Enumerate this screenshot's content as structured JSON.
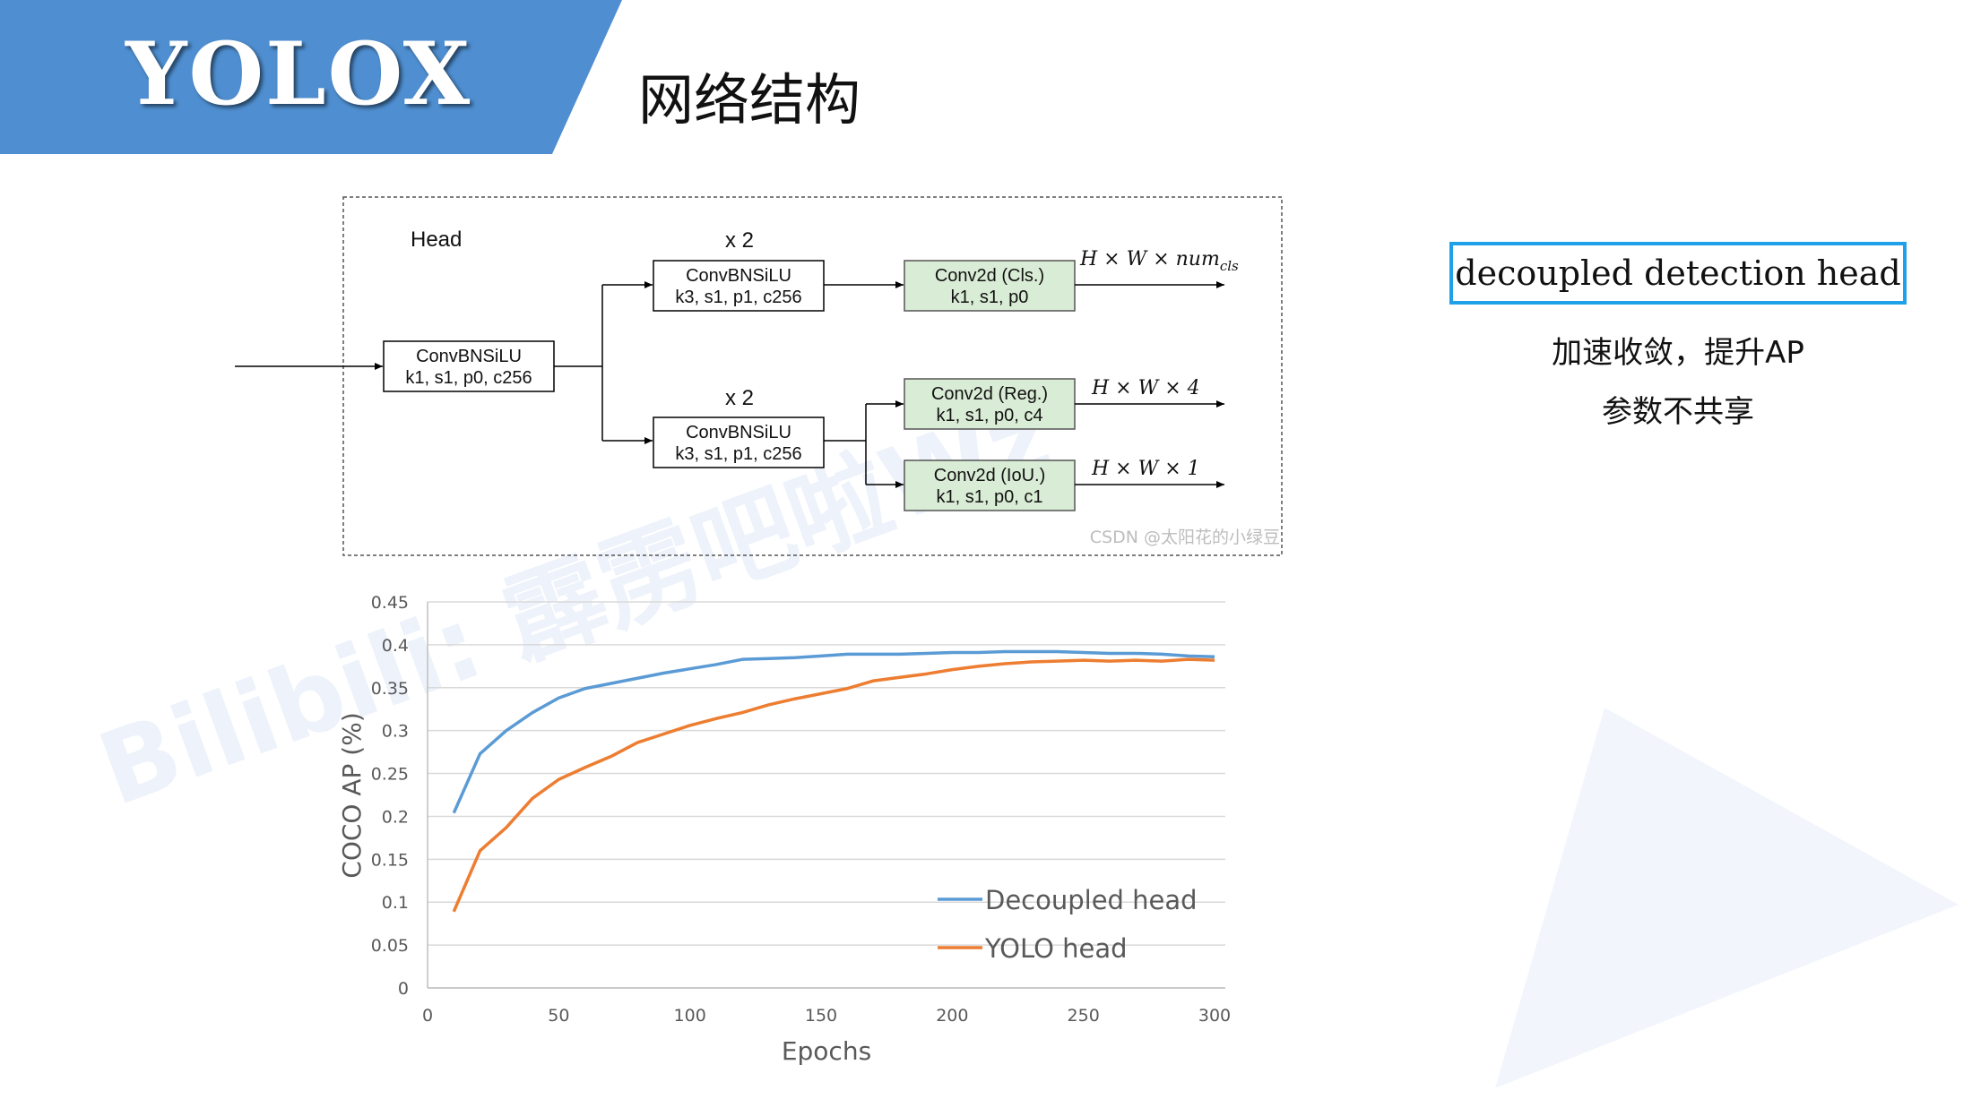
{
  "banner": {
    "title": "YOLOX",
    "color": "#4f8fd1"
  },
  "page_heading": "网络结构",
  "watermark": "Bilibili: 霹雳吧啦Wz",
  "head_diagram": {
    "label": "Head",
    "stem_block": {
      "line1": "ConvBNSiLU",
      "line2": "k1, s1, p0, c256"
    },
    "cls_branch": {
      "repeat": "x 2",
      "conv_block": {
        "line1": "ConvBNSiLU",
        "line2": "k3, s1, p1, c256"
      },
      "out_block": {
        "line1": "Conv2d (Cls.)",
        "line2": "k1, s1, p0"
      },
      "output": "H × W × num",
      "output_sub": "cls"
    },
    "reg_branch": {
      "repeat": "x 2",
      "conv_block": {
        "line1": "ConvBNSiLU",
        "line2": "k3, s1, p1, c256"
      },
      "reg_block": {
        "line1": "Conv2d (Reg.)",
        "line2": "k1, s1, p0, c4"
      },
      "reg_output": "H × W × 4",
      "iou_block": {
        "line1": "Conv2d (IoU.)",
        "line2": "k1, s1, p0, c1"
      },
      "iou_output": "H × W × 1"
    },
    "credit": "CSDN @太阳花的小绿豆",
    "green_fill": "#d9ecd5"
  },
  "chart_data": {
    "type": "line",
    "xlabel": "Epochs",
    "ylabel": "COCO AP (%)",
    "xlim": [
      0,
      300
    ],
    "ylim": [
      0,
      0.45
    ],
    "xticks": [
      "0",
      "50",
      "100",
      "150",
      "200",
      "250",
      "300"
    ],
    "yticks": [
      "0",
      "0.05",
      "0.1",
      "0.15",
      "0.2",
      "0.25",
      "0.3",
      "0.35",
      "0.4",
      "0.45"
    ],
    "grid": "horizontal",
    "legend_position": "bottom-right",
    "series": [
      {
        "name": "Decoupled head",
        "color": "#5b9bd5",
        "x": [
          10,
          20,
          30,
          40,
          50,
          60,
          70,
          80,
          90,
          100,
          110,
          120,
          130,
          140,
          150,
          160,
          170,
          180,
          190,
          200,
          210,
          220,
          230,
          240,
          250,
          260,
          270,
          280,
          290,
          300
        ],
        "y": [
          0.204,
          0.273,
          0.3,
          0.321,
          0.338,
          0.349,
          0.355,
          0.361,
          0.367,
          0.372,
          0.377,
          0.383,
          0.384,
          0.385,
          0.387,
          0.389,
          0.389,
          0.389,
          0.39,
          0.391,
          0.391,
          0.392,
          0.392,
          0.392,
          0.391,
          0.39,
          0.39,
          0.389,
          0.387,
          0.386
        ]
      },
      {
        "name": "YOLO head",
        "color": "#ed7d31",
        "x": [
          10,
          20,
          30,
          40,
          50,
          60,
          70,
          80,
          90,
          100,
          110,
          120,
          130,
          140,
          150,
          160,
          170,
          180,
          190,
          200,
          210,
          220,
          230,
          240,
          250,
          260,
          270,
          280,
          290,
          300
        ],
        "y": [
          0.089,
          0.16,
          0.187,
          0.221,
          0.243,
          0.257,
          0.27,
          0.286,
          0.296,
          0.306,
          0.314,
          0.321,
          0.33,
          0.337,
          0.343,
          0.349,
          0.358,
          0.362,
          0.366,
          0.371,
          0.375,
          0.378,
          0.38,
          0.381,
          0.382,
          0.381,
          0.382,
          0.381,
          0.383,
          0.382
        ]
      }
    ]
  },
  "callout": {
    "title": "decoupled detection head",
    "note_1": "加速收敛，提升AP",
    "note_2": "参数不共享",
    "border_color": "#1fa1e8"
  }
}
